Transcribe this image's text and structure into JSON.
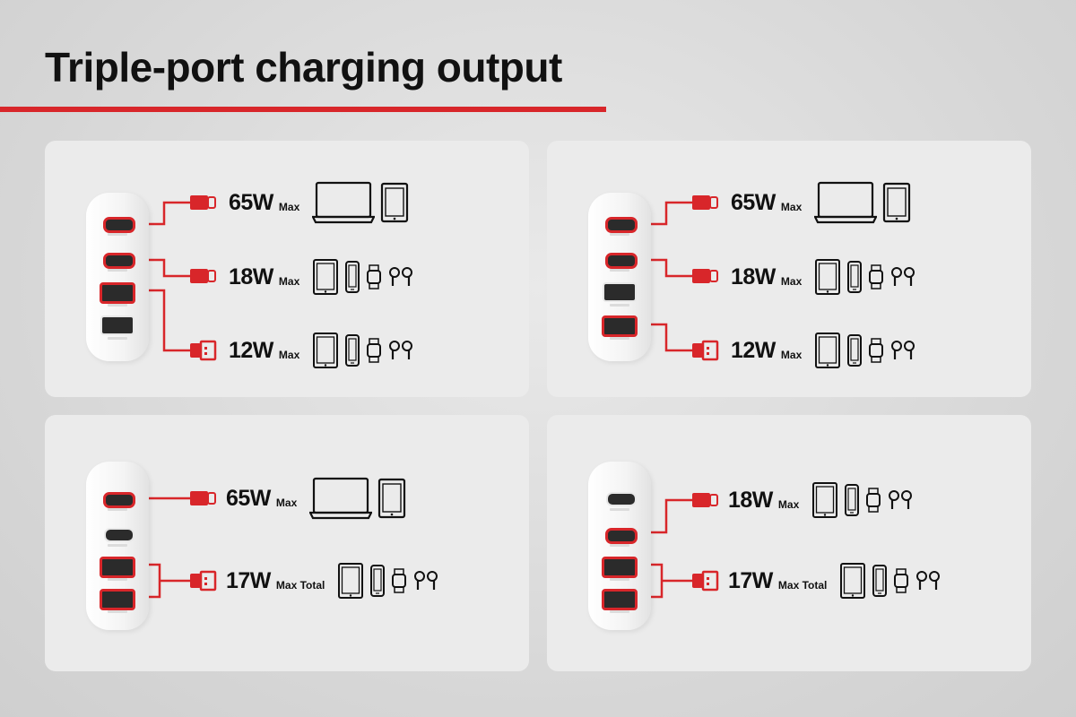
{
  "title": "Triple-port charging output",
  "colors": {
    "accent": "#d8262a",
    "text": "#111111",
    "panel": "#ebebeb"
  },
  "panels": [
    {
      "rows": [
        {
          "watt": "65W",
          "unit": "Max",
          "devices": [
            "laptop-icon",
            "tablet-icon"
          ]
        },
        {
          "watt": "18W",
          "unit": "Max",
          "devices": [
            "tablet-icon",
            "phone-icon",
            "watch-icon",
            "earbuds-icon"
          ]
        },
        {
          "watt": "12W",
          "unit": "Max",
          "devices": [
            "tablet-icon",
            "phone-icon",
            "watch-icon",
            "earbuds-icon"
          ]
        }
      ]
    },
    {
      "rows": [
        {
          "watt": "65W",
          "unit": "Max",
          "devices": [
            "laptop-icon",
            "tablet-icon"
          ]
        },
        {
          "watt": "18W",
          "unit": "Max",
          "devices": [
            "tablet-icon",
            "phone-icon",
            "watch-icon",
            "earbuds-icon"
          ]
        },
        {
          "watt": "12W",
          "unit": "Max",
          "devices": [
            "tablet-icon",
            "phone-icon",
            "watch-icon",
            "earbuds-icon"
          ]
        }
      ]
    },
    {
      "rows": [
        {
          "watt": "65W",
          "unit": "Max",
          "devices": [
            "laptop-icon",
            "tablet-icon"
          ]
        },
        {
          "watt": "17W",
          "unit": "Max Total",
          "devices": [
            "tablet-icon",
            "phone-icon",
            "watch-icon",
            "earbuds-icon"
          ]
        }
      ]
    },
    {
      "rows": [
        {
          "watt": "18W",
          "unit": "Max",
          "devices": [
            "tablet-icon",
            "phone-icon",
            "watch-icon",
            "earbuds-icon"
          ]
        },
        {
          "watt": "17W",
          "unit": "Max Total",
          "devices": [
            "tablet-icon",
            "phone-icon",
            "watch-icon",
            "earbuds-icon"
          ]
        }
      ]
    }
  ]
}
